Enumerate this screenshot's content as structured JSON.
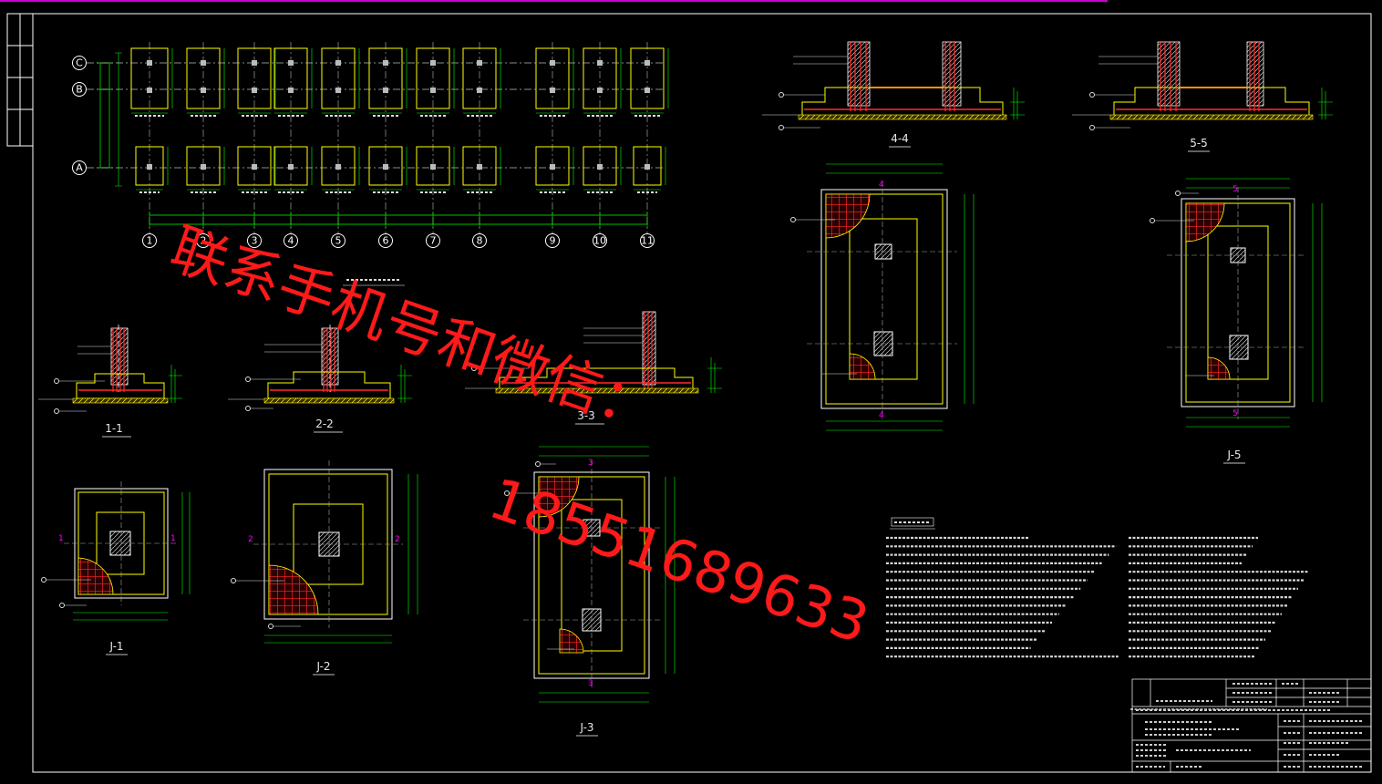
{
  "colors": {
    "background": "#000000",
    "frame": "#ffffff",
    "dimension": "#00ff00",
    "footing": "#ffff00",
    "rebar": "#ff2a2a",
    "axis_line": "#bbbbbb",
    "section_mark": "#ff00ff",
    "watermark": "#ff1a1a",
    "top_bar": "#d000d0"
  },
  "plan": {
    "row_axes": [
      "C",
      "B",
      "A"
    ],
    "column_axes": [
      "1",
      "2",
      "3",
      "4",
      "5",
      "6",
      "7",
      "8",
      "9",
      "10",
      "11"
    ]
  },
  "sections": {
    "s11": "1-1",
    "s22": "2-2",
    "s33": "3-3",
    "s44": "4-4",
    "s55": "5-5"
  },
  "footings": {
    "j1": "J-1",
    "j2": "J-2",
    "j3": "J-3",
    "j5": "J-5"
  },
  "section_marks": {
    "m1": "1",
    "m2": "2",
    "m3": "3",
    "m4": "4",
    "m5": "5"
  },
  "watermark": {
    "line1": "联系手机号和微信：",
    "line2": "18551689633"
  }
}
